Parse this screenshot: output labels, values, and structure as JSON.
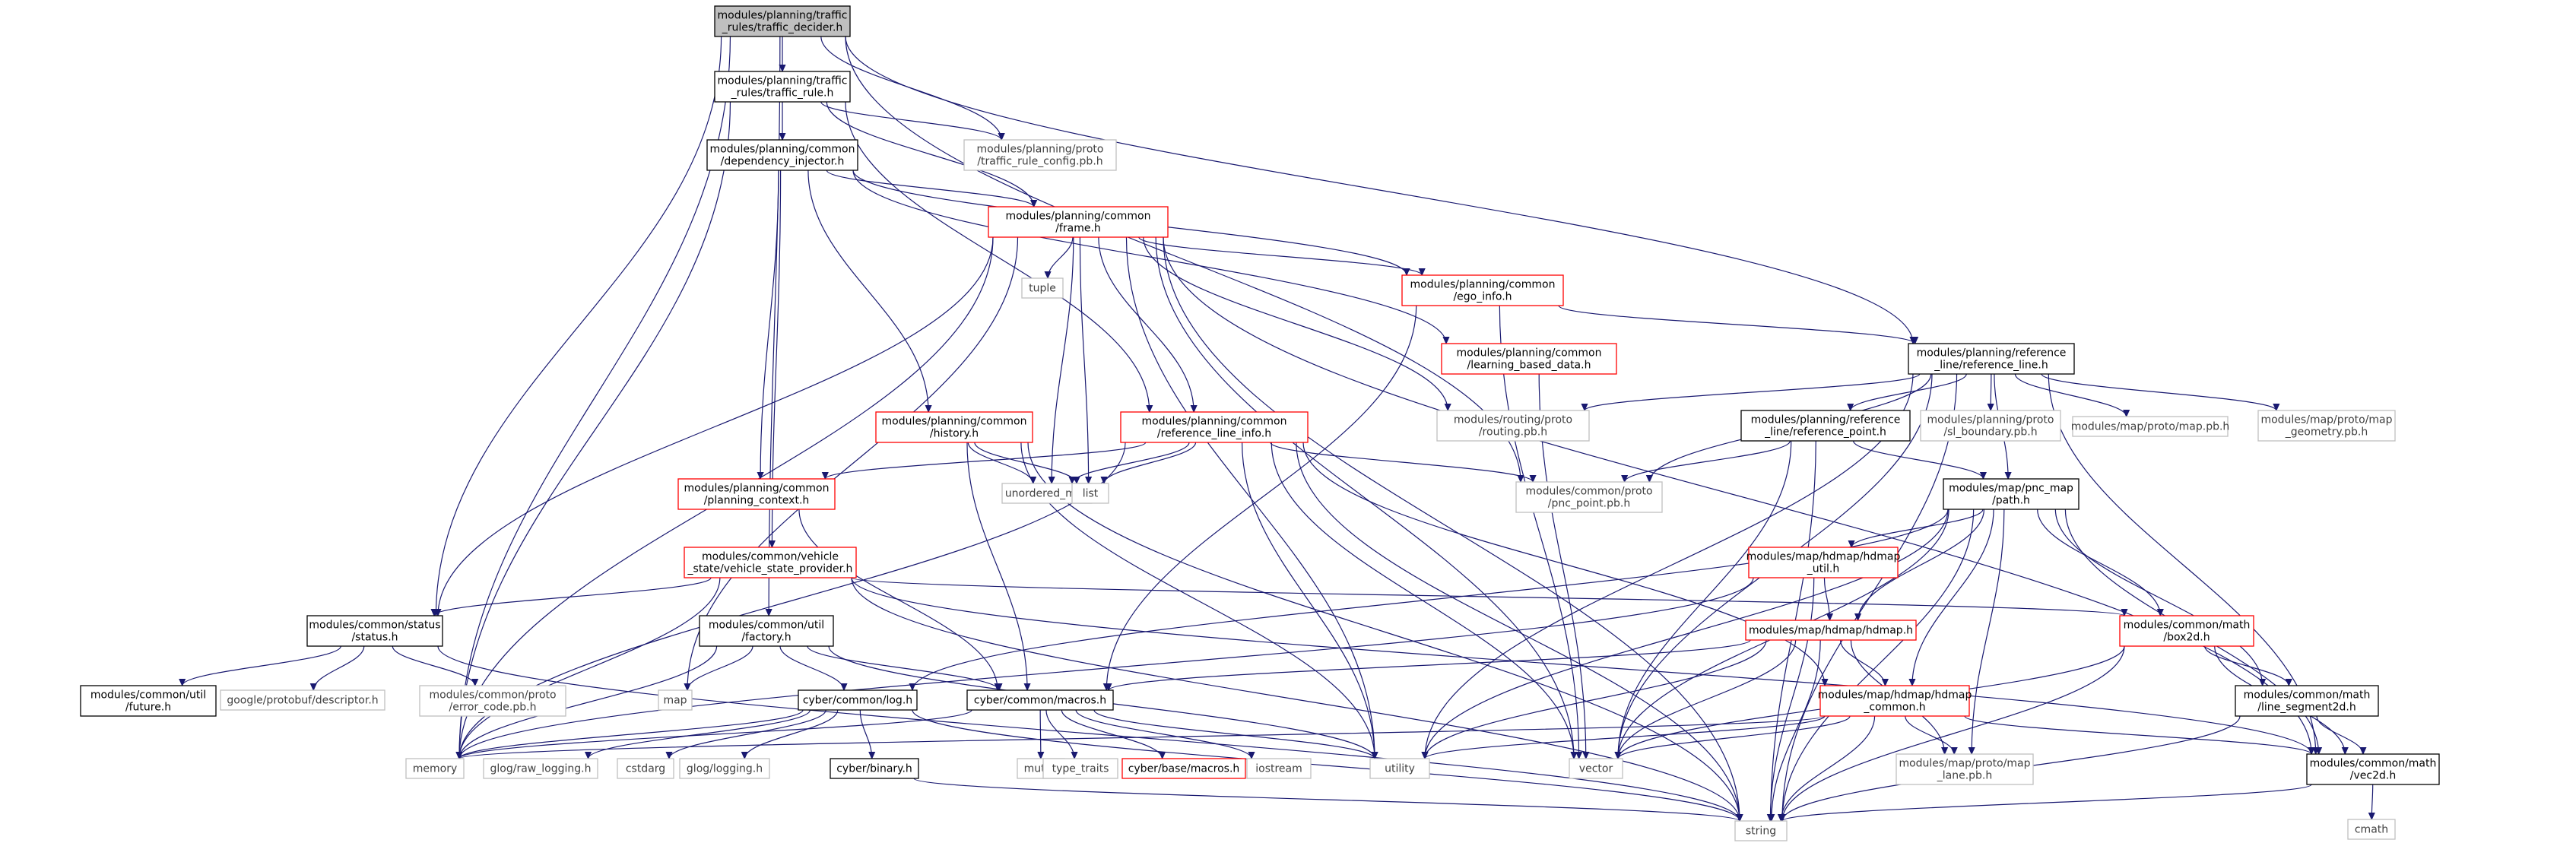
{
  "nodes": [
    {
      "id": "root",
      "lines": [
        "modules/planning/traffic",
        "_rules/traffic_decider.h"
      ],
      "style": "root"
    },
    {
      "id": "traffic_rule",
      "lines": [
        "modules/planning/traffic",
        "_rules/traffic_rule.h"
      ],
      "style": "black"
    },
    {
      "id": "traffic_rule_config",
      "lines": [
        "modules/planning/proto",
        "/traffic_rule_config.pb.h"
      ],
      "style": "grey"
    },
    {
      "id": "dependency_injector",
      "lines": [
        "modules/planning/common",
        "/dependency_injector.h"
      ],
      "style": "black"
    },
    {
      "id": "frame",
      "lines": [
        "modules/planning/common",
        "/frame.h"
      ],
      "style": "red"
    },
    {
      "id": "ego_info",
      "lines": [
        "modules/planning/common",
        "/ego_info.h"
      ],
      "style": "red"
    },
    {
      "id": "learning_based_data",
      "lines": [
        "modules/planning/common",
        "/learning_based_data.h"
      ],
      "style": "red"
    },
    {
      "id": "tuple",
      "lines": [
        "tuple"
      ],
      "style": "grey"
    },
    {
      "id": "reference_line",
      "lines": [
        "modules/planning/reference",
        "_line/reference_line.h"
      ],
      "style": "black"
    },
    {
      "id": "history",
      "lines": [
        "modules/planning/common",
        "/history.h"
      ],
      "style": "red"
    },
    {
      "id": "reference_line_info",
      "lines": [
        "modules/planning/common",
        "/reference_line_info.h"
      ],
      "style": "red"
    },
    {
      "id": "routing_pb",
      "lines": [
        "modules/routing/proto",
        "/routing.pb.h"
      ],
      "style": "grey"
    },
    {
      "id": "sl_boundary_pb",
      "lines": [
        "modules/planning/proto",
        "/sl_boundary.pb.h"
      ],
      "style": "grey"
    },
    {
      "id": "map_pb",
      "lines": [
        "modules/map/proto/map.pb.h"
      ],
      "style": "grey"
    },
    {
      "id": "map_geometry_pb",
      "lines": [
        "modules/map/proto/map",
        "_geometry.pb.h"
      ],
      "style": "grey"
    },
    {
      "id": "reference_point",
      "lines": [
        "modules/planning/reference",
        "_line/reference_point.h"
      ],
      "style": "black"
    },
    {
      "id": "unordered_map",
      "lines": [
        "unordered_map"
      ],
      "style": "grey"
    },
    {
      "id": "list",
      "lines": [
        "list"
      ],
      "style": "grey"
    },
    {
      "id": "planning_context",
      "lines": [
        "modules/planning/common",
        "/planning_context.h"
      ],
      "style": "red"
    },
    {
      "id": "pnc_point_pb",
      "lines": [
        "modules/common/proto",
        "/pnc_point.pb.h"
      ],
      "style": "grey"
    },
    {
      "id": "pnc_path",
      "lines": [
        "modules/map/pnc_map",
        "/path.h"
      ],
      "style": "black"
    },
    {
      "id": "vehicle_state_provider",
      "lines": [
        "modules/common/vehicle",
        "_state/vehicle_state_provider.h"
      ],
      "style": "red"
    },
    {
      "id": "hdmap_util",
      "lines": [
        "modules/map/hdmap/hdmap",
        "_util.h"
      ],
      "style": "red"
    },
    {
      "id": "status",
      "lines": [
        "modules/common/status",
        "/status.h"
      ],
      "style": "black"
    },
    {
      "id": "util_factory",
      "lines": [
        "modules/common/util",
        "/factory.h"
      ],
      "style": "black"
    },
    {
      "id": "hdmap",
      "lines": [
        "modules/map/hdmap/hdmap.h"
      ],
      "style": "red"
    },
    {
      "id": "box2d",
      "lines": [
        "modules/common/math",
        "/box2d.h"
      ],
      "style": "red"
    },
    {
      "id": "util_future",
      "lines": [
        "modules/common/util",
        "/future.h"
      ],
      "style": "black"
    },
    {
      "id": "descriptor",
      "lines": [
        "google/protobuf/descriptor.h"
      ],
      "style": "grey"
    },
    {
      "id": "error_code_pb",
      "lines": [
        "modules/common/proto",
        "/error_code.pb.h"
      ],
      "style": "grey"
    },
    {
      "id": "map",
      "lines": [
        "map"
      ],
      "style": "grey"
    },
    {
      "id": "cyber_log",
      "lines": [
        "cyber/common/log.h"
      ],
      "style": "black"
    },
    {
      "id": "cyber_macros",
      "lines": [
        "cyber/common/macros.h"
      ],
      "style": "black"
    },
    {
      "id": "hdmap_common",
      "lines": [
        "modules/map/hdmap/hdmap",
        "_common.h"
      ],
      "style": "red"
    },
    {
      "id": "line_segment2d",
      "lines": [
        "modules/common/math",
        "/line_segment2d.h"
      ],
      "style": "black"
    },
    {
      "id": "vec2d",
      "lines": [
        "modules/common/math",
        "/vec2d.h"
      ],
      "style": "black"
    },
    {
      "id": "memory",
      "lines": [
        "memory"
      ],
      "style": "grey"
    },
    {
      "id": "raw_logging",
      "lines": [
        "glog/raw_logging.h"
      ],
      "style": "grey"
    },
    {
      "id": "cstdarg",
      "lines": [
        "cstdarg"
      ],
      "style": "grey"
    },
    {
      "id": "glog_logging",
      "lines": [
        "glog/logging.h"
      ],
      "style": "grey"
    },
    {
      "id": "cyber_binary",
      "lines": [
        "cyber/binary.h"
      ],
      "style": "black"
    },
    {
      "id": "mutex",
      "lines": [
        "mutex"
      ],
      "style": "grey"
    },
    {
      "id": "type_traits",
      "lines": [
        "type_traits"
      ],
      "style": "grey"
    },
    {
      "id": "base_macros",
      "lines": [
        "cyber/base/macros.h"
      ],
      "style": "red"
    },
    {
      "id": "iostream",
      "lines": [
        "iostream"
      ],
      "style": "grey"
    },
    {
      "id": "utility",
      "lines": [
        "utility"
      ],
      "style": "grey"
    },
    {
      "id": "vector",
      "lines": [
        "vector"
      ],
      "style": "grey"
    },
    {
      "id": "map_lane_pb",
      "lines": [
        "modules/map/proto/map",
        "_lane.pb.h"
      ],
      "style": "grey"
    },
    {
      "id": "string",
      "lines": [
        "string"
      ],
      "style": "grey"
    },
    {
      "id": "cmath",
      "lines": [
        "cmath"
      ],
      "style": "grey"
    }
  ],
  "edges": [
    [
      "root",
      "traffic_rule"
    ],
    [
      "root",
      "traffic_rule_config"
    ],
    [
      "root",
      "memory"
    ],
    [
      "root",
      "status"
    ],
    [
      "root",
      "util_factory"
    ],
    [
      "root",
      "pnc_point_pb"
    ],
    [
      "root",
      "reference_line"
    ],
    [
      "traffic_rule",
      "traffic_rule_config"
    ],
    [
      "traffic_rule",
      "dependency_injector"
    ],
    [
      "traffic_rule",
      "frame"
    ],
    [
      "traffic_rule",
      "reference_line_info"
    ],
    [
      "traffic_rule",
      "memory"
    ],
    [
      "dependency_injector",
      "frame"
    ],
    [
      "dependency_injector",
      "ego_info"
    ],
    [
      "dependency_injector",
      "learning_based_data"
    ],
    [
      "dependency_injector",
      "history"
    ],
    [
      "dependency_injector",
      "planning_context"
    ],
    [
      "dependency_injector",
      "vehicle_state_provider"
    ],
    [
      "frame",
      "tuple"
    ],
    [
      "frame",
      "ego_info"
    ],
    [
      "frame",
      "reference_line_info"
    ],
    [
      "frame",
      "routing_pb"
    ],
    [
      "frame",
      "unordered_map"
    ],
    [
      "frame",
      "list"
    ],
    [
      "frame",
      "status"
    ],
    [
      "frame",
      "map"
    ],
    [
      "frame",
      "memory"
    ],
    [
      "frame",
      "utility"
    ],
    [
      "frame",
      "vector"
    ],
    [
      "frame",
      "string"
    ],
    [
      "frame",
      "vec2d"
    ],
    [
      "ego_info",
      "reference_line"
    ],
    [
      "ego_info",
      "cyber_macros"
    ],
    [
      "ego_info",
      "vector"
    ],
    [
      "learning_based_data",
      "vector"
    ],
    [
      "reference_line",
      "reference_point"
    ],
    [
      "reference_line",
      "routing_pb"
    ],
    [
      "reference_line",
      "pnc_point_pb"
    ],
    [
      "reference_line",
      "sl_boundary_pb"
    ],
    [
      "reference_line",
      "map_pb"
    ],
    [
      "reference_line",
      "map_geometry_pb"
    ],
    [
      "reference_line",
      "pnc_path"
    ],
    [
      "reference_line",
      "utility"
    ],
    [
      "reference_line",
      "vector"
    ],
    [
      "reference_line",
      "string"
    ],
    [
      "reference_line",
      "vec2d"
    ],
    [
      "reference_point",
      "pnc_point_pb"
    ],
    [
      "reference_point",
      "pnc_path"
    ],
    [
      "reference_point",
      "vector"
    ],
    [
      "reference_point",
      "string"
    ],
    [
      "history",
      "list"
    ],
    [
      "history",
      "unordered_map"
    ],
    [
      "history",
      "cyber_macros"
    ],
    [
      "history",
      "string"
    ],
    [
      "history",
      "utility"
    ],
    [
      "reference_line_info",
      "list"
    ],
    [
      "reference_line_info",
      "unordered_map"
    ],
    [
      "reference_line_info",
      "planning_context"
    ],
    [
      "reference_line_info",
      "pnc_point_pb"
    ],
    [
      "reference_line_info",
      "hdmap_common"
    ],
    [
      "reference_line_info",
      "memory"
    ],
    [
      "reference_line_info",
      "utility"
    ],
    [
      "reference_line_info",
      "vector"
    ],
    [
      "reference_line_info",
      "string"
    ],
    [
      "planning_context",
      "cyber_macros"
    ],
    [
      "vehicle_state_provider",
      "status"
    ],
    [
      "vehicle_state_provider",
      "memory"
    ],
    [
      "vehicle_state_provider",
      "box2d"
    ],
    [
      "vehicle_state_provider",
      "vec2d"
    ],
    [
      "vehicle_state_provider",
      "string"
    ],
    [
      "pnc_path",
      "hdmap_util"
    ],
    [
      "pnc_path",
      "hdmap"
    ],
    [
      "pnc_path",
      "hdmap_common"
    ],
    [
      "pnc_path",
      "box2d"
    ],
    [
      "pnc_path",
      "line_segment2d"
    ],
    [
      "pnc_path",
      "vec2d"
    ],
    [
      "pnc_path",
      "cyber_log"
    ],
    [
      "pnc_path",
      "utility"
    ],
    [
      "pnc_path",
      "vector"
    ],
    [
      "pnc_path",
      "string"
    ],
    [
      "pnc_path",
      "map_lane_pb"
    ],
    [
      "hdmap_util",
      "hdmap"
    ],
    [
      "hdmap_util",
      "memory"
    ],
    [
      "hdmap_util",
      "string"
    ],
    [
      "hdmap",
      "hdmap_common"
    ],
    [
      "hdmap",
      "cyber_macros"
    ],
    [
      "hdmap",
      "map_lane_pb"
    ],
    [
      "hdmap",
      "utility"
    ],
    [
      "hdmap",
      "vector"
    ],
    [
      "hdmap",
      "string"
    ],
    [
      "hdmap_common",
      "vec2d"
    ],
    [
      "hdmap_common",
      "map_lane_pb"
    ],
    [
      "hdmap_common",
      "memory"
    ],
    [
      "hdmap_common",
      "utility"
    ],
    [
      "hdmap_common",
      "vector"
    ],
    [
      "hdmap_common",
      "string"
    ],
    [
      "status",
      "util_future"
    ],
    [
      "status",
      "descriptor"
    ],
    [
      "status",
      "error_code_pb"
    ],
    [
      "status",
      "string"
    ],
    [
      "util_factory",
      "map"
    ],
    [
      "util_factory",
      "memory"
    ],
    [
      "util_factory",
      "cyber_log"
    ],
    [
      "util_factory",
      "cyber_macros"
    ],
    [
      "util_factory",
      "utility"
    ],
    [
      "box2d",
      "line_segment2d"
    ],
    [
      "box2d",
      "vec2d"
    ],
    [
      "box2d",
      "vector"
    ],
    [
      "box2d",
      "string"
    ],
    [
      "line_segment2d",
      "vec2d"
    ],
    [
      "line_segment2d",
      "string"
    ],
    [
      "vec2d",
      "cmath"
    ],
    [
      "vec2d",
      "string"
    ],
    [
      "cyber_log",
      "memory"
    ],
    [
      "cyber_log",
      "raw_logging"
    ],
    [
      "cyber_log",
      "cstdarg"
    ],
    [
      "cyber_log",
      "glog_logging"
    ],
    [
      "cyber_log",
      "cyber_binary"
    ],
    [
      "cyber_log",
      "string"
    ],
    [
      "cyber_macros",
      "mutex"
    ],
    [
      "cyber_macros",
      "type_traits"
    ],
    [
      "cyber_macros",
      "base_macros"
    ],
    [
      "cyber_macros",
      "iostream"
    ],
    [
      "cyber_macros",
      "utility"
    ],
    [
      "cyber_macros",
      "memory"
    ],
    [
      "cyber_binary",
      "string"
    ]
  ]
}
